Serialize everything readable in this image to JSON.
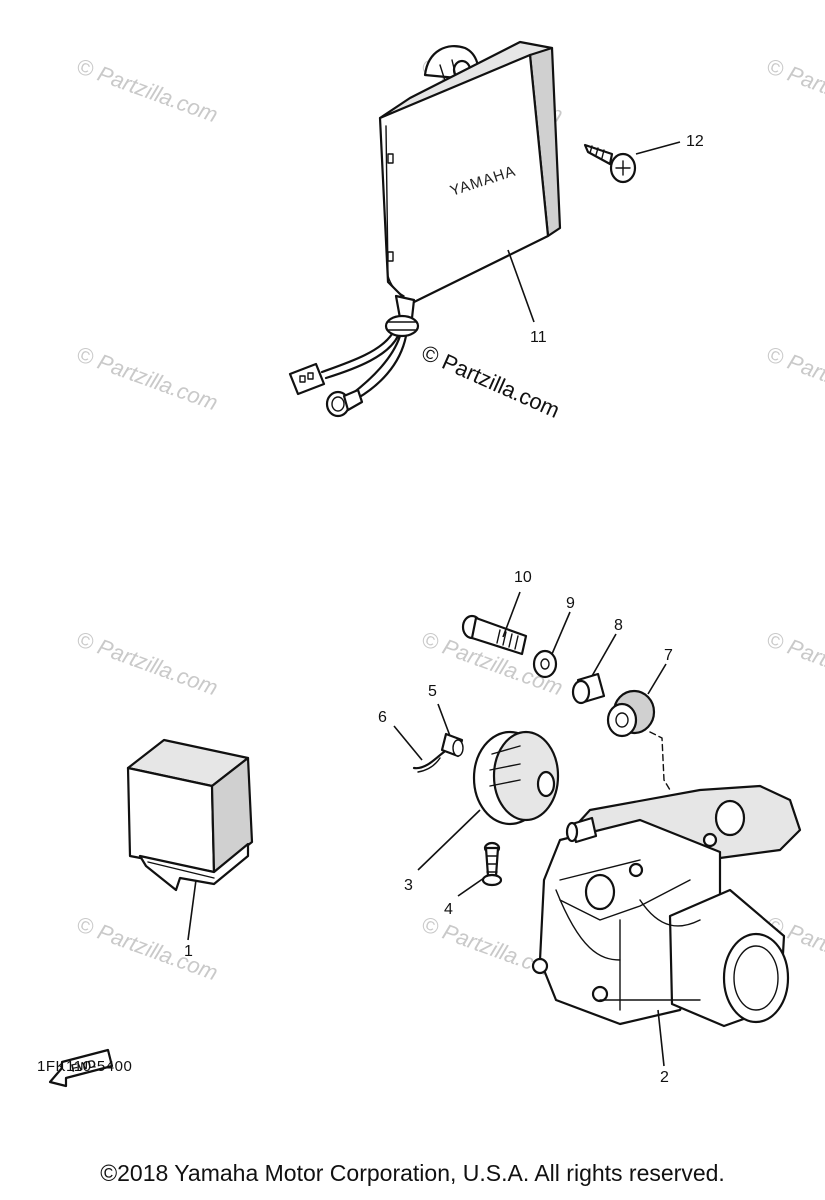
{
  "diagram": {
    "brand_mark": "YAMAHA",
    "watermark": "© Partzilla.com",
    "fwd_label": "FWD",
    "ref_code": "1FK110-5400",
    "copyright": "©2018  Yamaha Motor Corporation, U.S.A. All rights reserved.",
    "callouts": [
      {
        "number": "1",
        "part": "relay"
      },
      {
        "number": "2",
        "part": "starter-solenoid-housing"
      },
      {
        "number": "3",
        "part": "cam"
      },
      {
        "number": "4",
        "part": "screw"
      },
      {
        "number": "5",
        "part": "pin"
      },
      {
        "number": "6",
        "part": "spring-clip"
      },
      {
        "number": "7",
        "part": "grommet"
      },
      {
        "number": "8",
        "part": "collar"
      },
      {
        "number": "9",
        "part": "washer"
      },
      {
        "number": "10",
        "part": "bolt"
      },
      {
        "number": "11",
        "part": "cdi-unit"
      },
      {
        "number": "12",
        "part": "screw"
      }
    ]
  }
}
